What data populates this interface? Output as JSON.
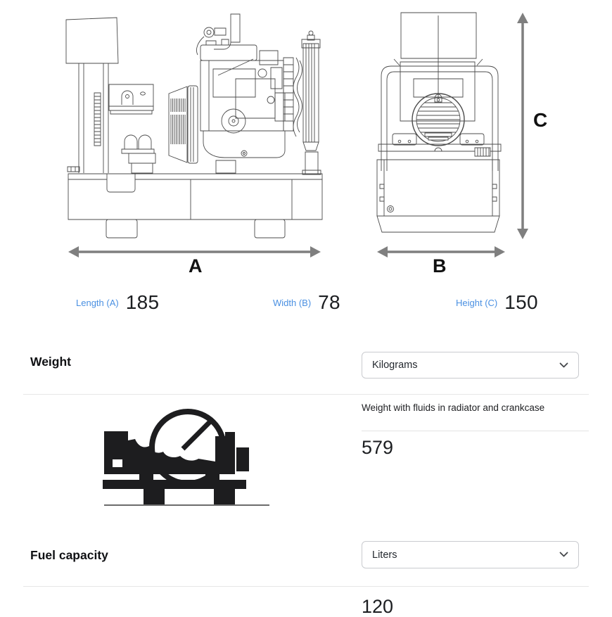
{
  "diagram": {
    "length_arrow_label": "A",
    "width_arrow_label": "B",
    "height_arrow_label": "C"
  },
  "dimensions": {
    "length": {
      "label": "Length (A)",
      "value": "185"
    },
    "width": {
      "label": "Width (B)",
      "value": "78"
    },
    "height": {
      "label": "Height (C)",
      "value": "150"
    }
  },
  "weight": {
    "title": "Weight",
    "unit_selected": "Kilograms",
    "spec_label": "Weight with fluids in radiator and crankcase",
    "spec_value": "579"
  },
  "fuel": {
    "title": "Fuel capacity",
    "unit_selected": "Liters",
    "spec_value": "120"
  },
  "colors": {
    "dimension_label_blue": "#4a90e2",
    "arrow_gray": "#7f7f7f",
    "icon_black": "#1d1d1f",
    "divider_gray": "#e6e6e6"
  }
}
